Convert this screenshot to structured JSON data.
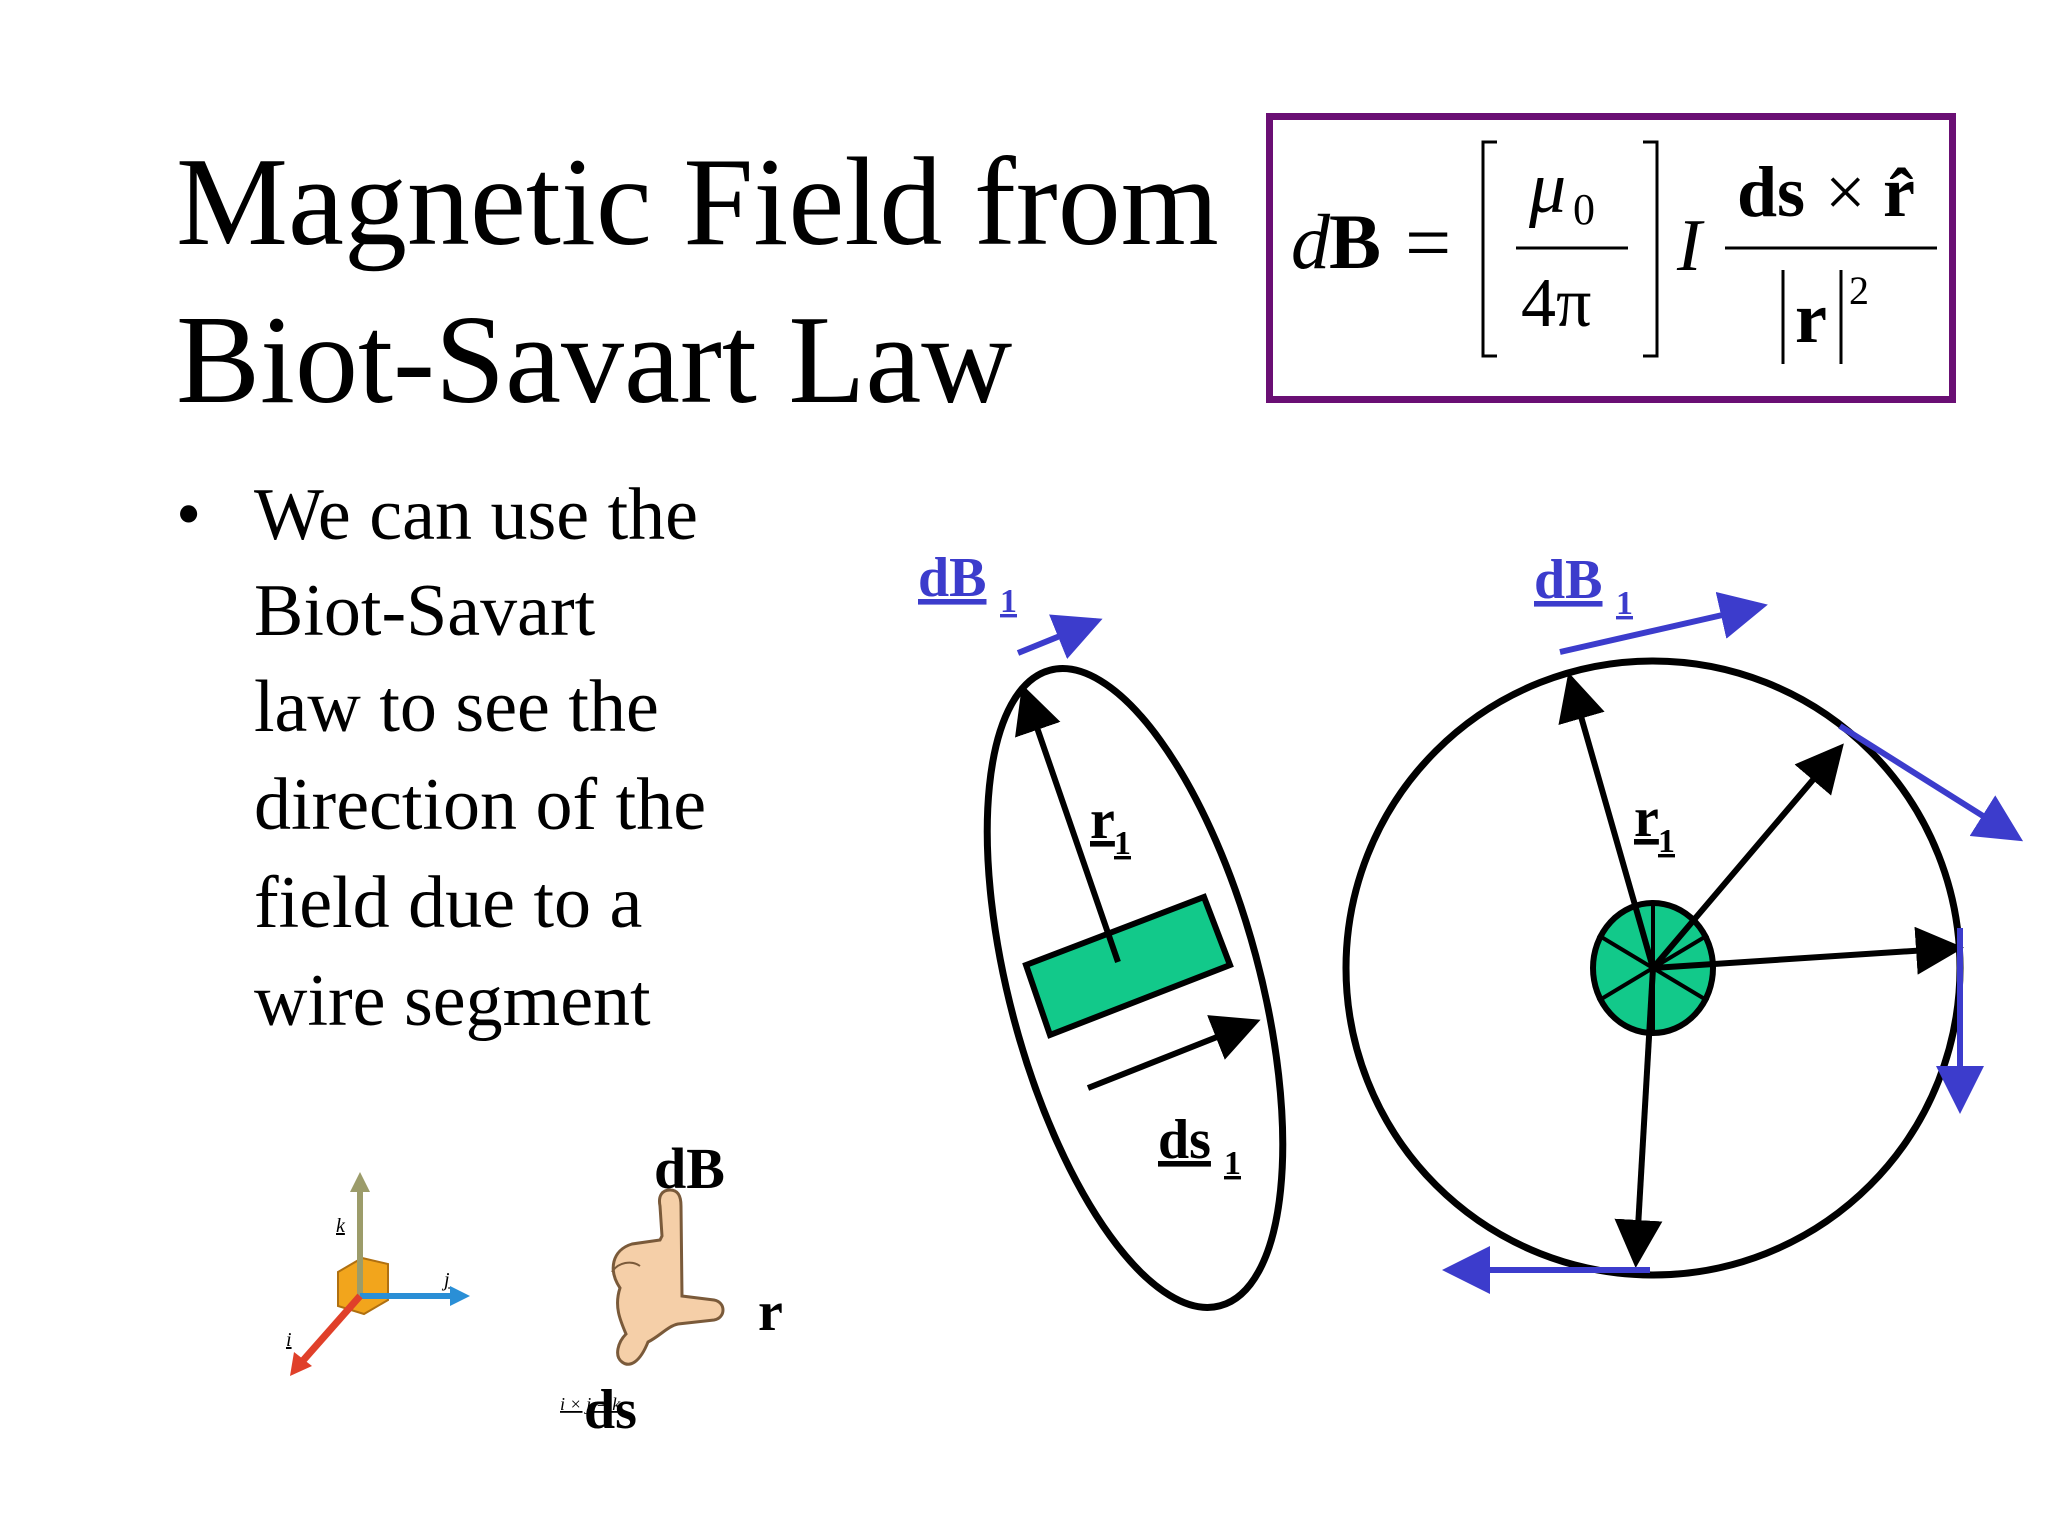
{
  "slide": {
    "title_line_1": "Magnetic Field from",
    "title_line_2": "Biot-Savart Law"
  },
  "formula": {
    "lhs_d": "d",
    "lhs_B": "B",
    "equals": "=",
    "mu": "μ",
    "mu_sub": "0",
    "four_pi": "4π",
    "current": "I",
    "ds": "ds",
    "cross": "×",
    "r_hat": "r̂",
    "r": "r",
    "exponent": "2"
  },
  "bullet": {
    "lines": [
      "We can use the",
      "Biot-Savart",
      "law to see the",
      "direction of the",
      "field due to a",
      "wire segment"
    ]
  },
  "left_diagram": {
    "dB_label": "dB",
    "dB_sub": "1",
    "r_label": "r",
    "r_sub": "1",
    "ds_label": "ds",
    "ds_sub": "1"
  },
  "right_diagram": {
    "dB_label": "dB",
    "dB_sub": "1",
    "r_label": "r",
    "r_sub": "1"
  },
  "axes_illustration": {
    "k": "k",
    "j": "j",
    "i": "i"
  },
  "hand_rule": {
    "dB": "dB",
    "r": "r",
    "ds": "ds",
    "caption": "i × j = k"
  },
  "colors": {
    "formula_border": "#6a0f74",
    "field_arrow": "#3c3ccc",
    "wire_fill": "#12c98a",
    "outline": "#000000"
  }
}
